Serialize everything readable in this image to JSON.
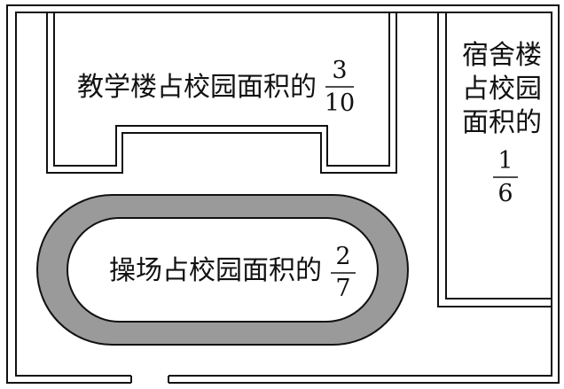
{
  "teaching_building": {
    "label": "教学楼占校园面积的",
    "fraction": {
      "numerator": "3",
      "denominator": "10"
    }
  },
  "dormitory": {
    "label_lines": [
      "宿舍楼",
      "占校园",
      "面积的"
    ],
    "fraction": {
      "numerator": "1",
      "denominator": "6"
    }
  },
  "playground": {
    "label": "操场占校园面积的",
    "fraction": {
      "numerator": "2",
      "denominator": "7"
    }
  },
  "colors": {
    "line": "#111111",
    "track": "#9a9a9a",
    "background": "#ffffff"
  }
}
